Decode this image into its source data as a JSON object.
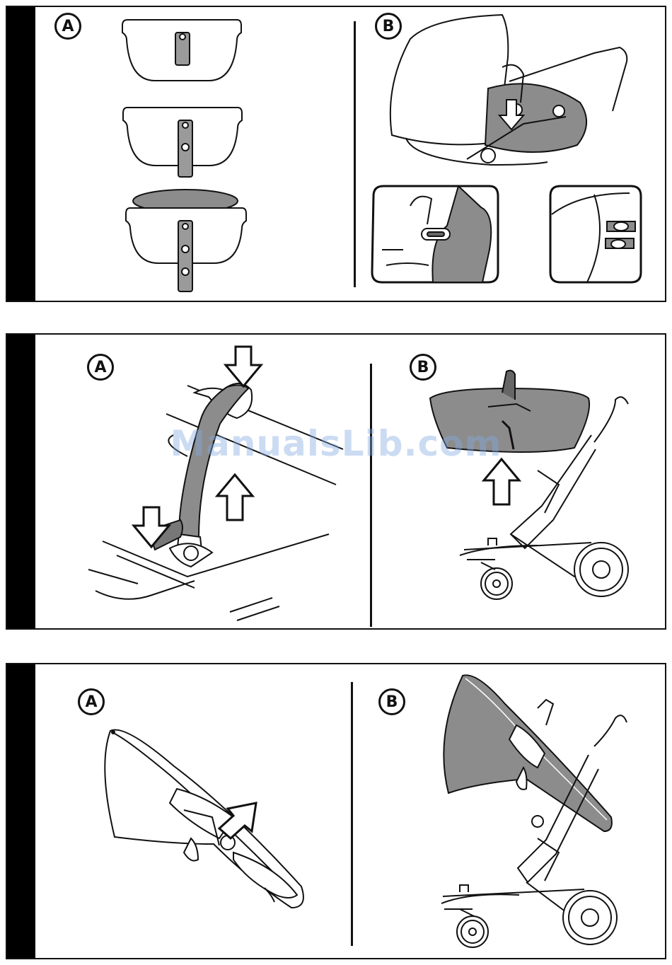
{
  "panels": [
    {
      "left_label": "A",
      "right_label": "B"
    },
    {
      "left_label": "A",
      "right_label": "B"
    },
    {
      "left_label": "A",
      "right_label": "B"
    }
  ],
  "watermark": "ManualsLib.com",
  "colors": {
    "ink": "#111111",
    "shade": "#8c8c8c",
    "light_shade": "#bdbdbd",
    "watermark": "#82aae1"
  }
}
